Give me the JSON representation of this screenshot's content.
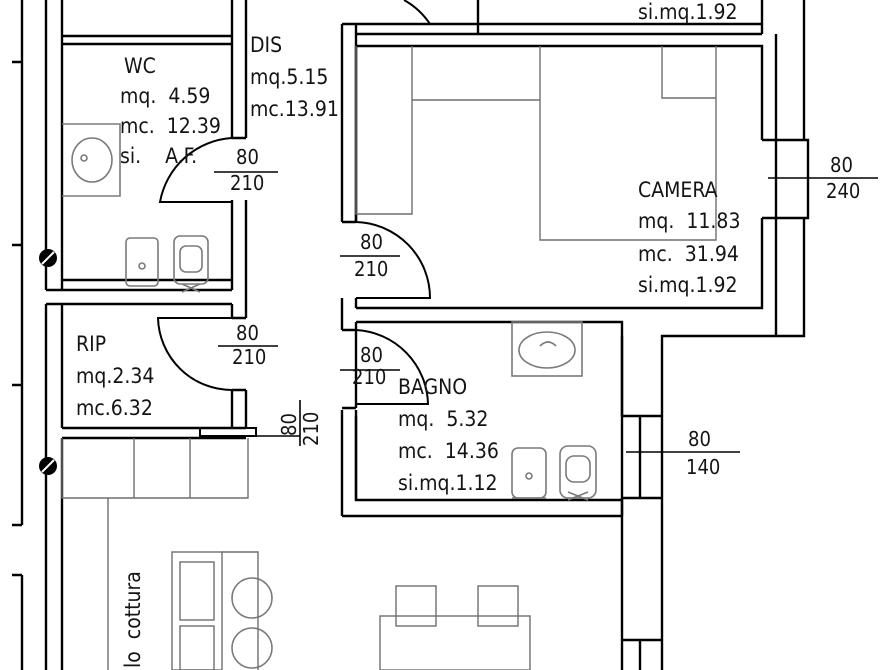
{
  "rooms": {
    "wc": {
      "name": "WC",
      "area": "mq.  4.59",
      "volume": "mc.  12.39",
      "window": "si.    A.F."
    },
    "dis": {
      "name": "DIS",
      "area": "mq.5.15",
      "volume": "mc.13.91"
    },
    "rip": {
      "name": "RIP",
      "area": "mq.2.34",
      "volume": "mc.6.32"
    },
    "camera": {
      "name": "CAMERA",
      "area": "mq.  11.83",
      "volume": "mc.  31.94",
      "window": "si.mq.1.92"
    },
    "bagno": {
      "name": "BAGNO",
      "area": "mq.  5.32",
      "volume": "mc.  14.36",
      "window": "si.mq.1.12"
    },
    "top_room": {
      "window": "si.mq.1.92"
    },
    "kitchen": {
      "label": "lo  cottura"
    }
  },
  "doors": {
    "wc": {
      "width": "80",
      "height": "210"
    },
    "camera": {
      "width": "80",
      "height": "210"
    },
    "rip": {
      "width": "80",
      "height": "210"
    },
    "bagno": {
      "width": "80",
      "height": "210"
    },
    "dis_vertical": {
      "width": "80",
      "height": "210"
    }
  },
  "windows": {
    "camera": {
      "width": "80",
      "height": "240"
    },
    "bagno": {
      "width": "80",
      "height": "140"
    }
  }
}
